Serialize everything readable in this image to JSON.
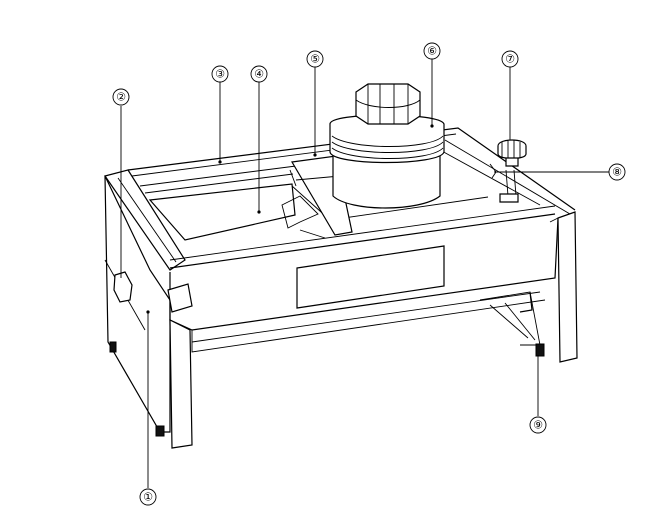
{
  "diagram": {
    "callouts": [
      {
        "id": "c1",
        "label": "①"
      },
      {
        "id": "c2",
        "label": "②"
      },
      {
        "id": "c3",
        "label": "③"
      },
      {
        "id": "c4",
        "label": "④"
      },
      {
        "id": "c5",
        "label": "⑤"
      },
      {
        "id": "c6",
        "label": "⑥"
      },
      {
        "id": "c7",
        "label": "⑦"
      },
      {
        "id": "c8",
        "label": "⑧"
      },
      {
        "id": "c9",
        "label": "⑨"
      }
    ]
  }
}
